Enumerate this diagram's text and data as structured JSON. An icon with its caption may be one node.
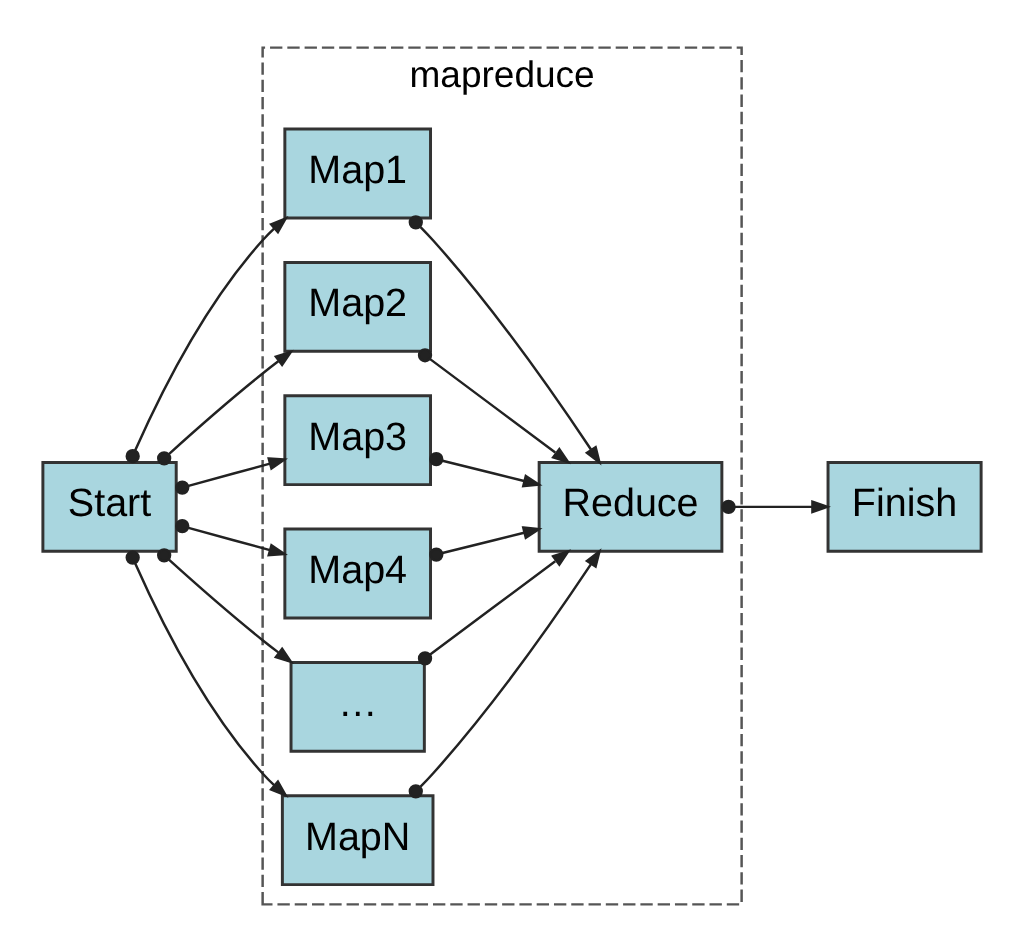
{
  "diagram": {
    "nodes": [
      {
        "text": [
          "Start"
        ]
      },
      {
        "text": [
          "mapreduce"
        ]
      },
      {
        "text": [
          "Map1"
        ],
        "in": 1
      },
      {
        "text": [
          "Map2"
        ],
        "in": 1
      },
      {
        "text": [
          "Map3"
        ],
        "in": 1
      },
      {
        "text": [
          "Map4"
        ],
        "in": 1
      },
      {
        "text": [
          "…"
        ],
        "in": 1
      },
      {
        "text": [
          "MapN"
        ],
        "in": 1
      },
      {
        "text": [
          "Reduce"
        ],
        "in": 1
      },
      {
        "text": [
          "Finish"
        ]
      }
    ],
    "edges": [
      {
        "from": 0,
        "to": 2,
        "arrow": "to"
      },
      {
        "from": 0,
        "to": 3,
        "arrow": "to"
      },
      {
        "from": 0,
        "to": 4,
        "arrow": "to"
      },
      {
        "from": 0,
        "to": 5,
        "arrow": "to"
      },
      {
        "from": 0,
        "to": 6,
        "arrow": "to"
      },
      {
        "from": 0,
        "to": 7,
        "arrow": "to"
      },
      {
        "from": 2,
        "to": 8,
        "arrow": "to"
      },
      {
        "from": 3,
        "to": 8,
        "arrow": "to"
      },
      {
        "from": 4,
        "to": 8,
        "arrow": "to"
      },
      {
        "from": 5,
        "to": 8,
        "arrow": "to"
      },
      {
        "from": 6,
        "to": 8,
        "arrow": "to"
      },
      {
        "from": 7,
        "to": 8,
        "arrow": "to"
      },
      {
        "from": 8,
        "to": 9,
        "arrow": "to"
      }
    ]
  }
}
